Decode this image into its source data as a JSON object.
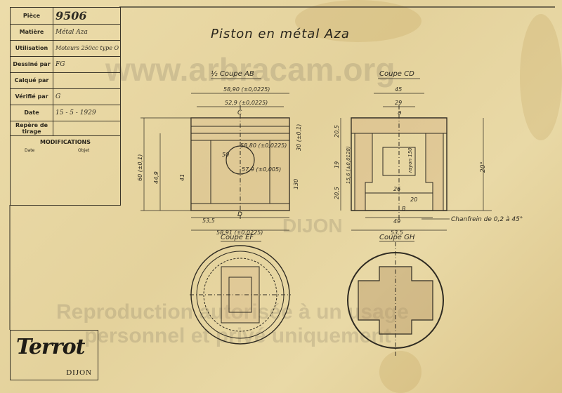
{
  "title_block": {
    "rows": [
      {
        "label": "Pièce",
        "value": "9506"
      },
      {
        "label": "Matière",
        "value": "Métal Aza"
      },
      {
        "label": "Utilisation",
        "value": "Moteurs 250cc type O"
      },
      {
        "label": "Dessiné par",
        "value": "FG"
      },
      {
        "label": "Calqué par",
        "value": ""
      },
      {
        "label": "Vérifié par",
        "value": "G"
      },
      {
        "label": "Date",
        "value": "15 - 5 - 1929"
      },
      {
        "label": "Repère de tirage",
        "value": ""
      }
    ]
  },
  "modifications": {
    "title": "MODIFICATIONS",
    "date_label": "Date",
    "objet_label": "Objet"
  },
  "drawing_title": "Piston en métal Aza",
  "logo": {
    "name": "Terrot",
    "city": "DIJON"
  },
  "views": {
    "half_section_ab": "½ Coupe AB",
    "section_cd": "Coupe CD",
    "section_ef": "Coupe EF",
    "section_gh": "Coupe GH"
  },
  "dimensions": {
    "d1": "58,90 (±0,0225)",
    "d2": "52,9 (±0,0225)",
    "d3": "58,80 (±0,0225)",
    "d4": "57,9 (±0,005)",
    "d5": "53,5",
    "d6": "58,91 (±0,0225)",
    "d7": "45",
    "d8": "29",
    "d9": "26",
    "d10": "20",
    "d11": "49",
    "d12": "53,5",
    "v1": "60 (±0,1)",
    "v2": "44,9",
    "v3": "41",
    "v4": "50",
    "v5": "30 (±0,1)",
    "v6": "130",
    "v7": "20,5",
    "v8": "19",
    "v9": "20,5",
    "v10": "15,6 (±0,0128)",
    "v11": "rayon 150",
    "v12": "20°",
    "chamfer_note": "Chanfrein de 0,2 à 45°",
    "letter_c": "C",
    "letter_d": "D",
    "letter_a": "a",
    "letter_b": "B"
  },
  "watermarks": {
    "site": "www.arbracam.org",
    "notice_line1": "Reproduction autorisée à un usage",
    "notice_line2": "personnel et privé uniquement",
    "center1": "DIJON"
  }
}
